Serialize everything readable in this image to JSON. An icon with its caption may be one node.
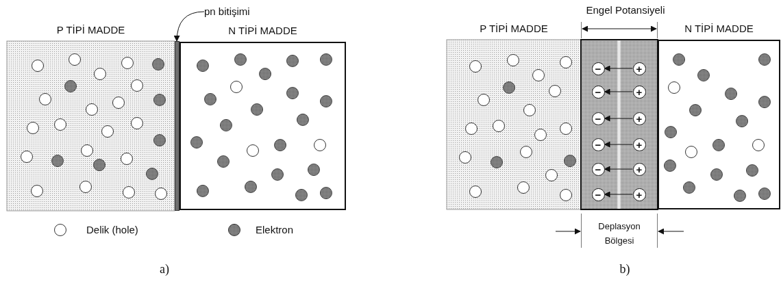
{
  "diagram": {
    "nodes": [
      {
        "text": [
          "P TİPİ MADDE"
        ]
      },
      {
        "text": [
          "pn bitişimi"
        ]
      },
      {
        "text": [],
        "shape": "bar"
      },
      {
        "text": [
          "N TİPİ MADDE"
        ]
      },
      {
        "text": [
          "P TİPİ MADDE"
        ]
      },
      {
        "text": [],
        "shape": "box"
      },
      {
        "text": [
          "−"
        ],
        "in": 5
      },
      {
        "text": [
          "+"
        ],
        "in": 5
      },
      {
        "text": [
          "−"
        ],
        "in": 5
      },
      {
        "text": [
          "+"
        ],
        "in": 5
      },
      {
        "text": [
          "−"
        ],
        "in": 5
      },
      {
        "text": [
          "+"
        ],
        "in": 5
      },
      {
        "text": [
          "−"
        ],
        "in": 5
      },
      {
        "text": [
          "+"
        ],
        "in": 5
      },
      {
        "text": [
          "−"
        ],
        "in": 5
      },
      {
        "text": [
          "+"
        ],
        "in": 5
      },
      {
        "text": [
          "−"
        ],
        "in": 5
      },
      {
        "text": [
          "+"
        ],
        "in": 5
      },
      {
        "text": [
          "N TİPİ MADDE"
        ]
      }
    ],
    "edges": [
      {
        "from": 1,
        "to": 2,
        "arrow": "to"
      },
      {
        "from": 7,
        "to": 6,
        "arrow": "to"
      },
      {
        "from": 9,
        "to": 8,
        "arrow": "to"
      },
      {
        "from": 11,
        "to": 10,
        "arrow": "to"
      },
      {
        "from": 13,
        "to": 12,
        "arrow": "to"
      },
      {
        "from": 15,
        "to": 14,
        "arrow": "to"
      },
      {
        "from": 17,
        "to": 16,
        "arrow": "to"
      }
    ],
    "labels": [
      "Engel Potansiyeli",
      "Deplasyon Bölgesi",
      "a)",
      "b)"
    ],
    "legend": [
      {
        "text": "Delik (hole)"
      },
      {
        "text": "Elektron"
      }
    ]
  }
}
